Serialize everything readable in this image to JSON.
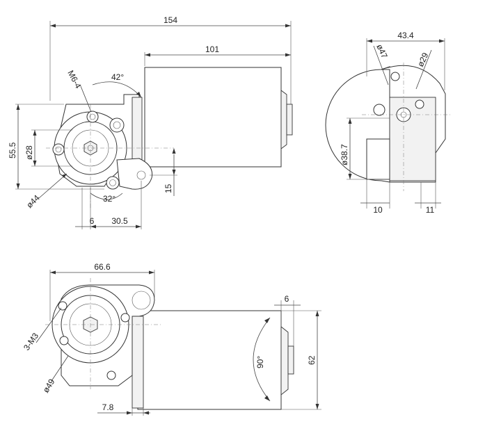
{
  "drawing": {
    "front_view": {
      "overall_length": "154",
      "motor_length": "101",
      "height": "55.5",
      "bore_dia": "ø28",
      "flange_dia": "ø44",
      "thread": "M6-4",
      "angle_top": "42°",
      "angle_bottom": "32°",
      "offset_x": "6",
      "spacing_x": "30.5",
      "offset_y": "15"
    },
    "side_view": {
      "width": "43.4",
      "outer_dia": "ø47",
      "inner_dia": "ø29",
      "motor_dia": "ø38.7",
      "left_offset": "10",
      "right_offset": "11"
    },
    "bottom_view": {
      "width": "66.6",
      "shaft_len": "6",
      "thread": "3-M3",
      "flange_dia": "ø49",
      "rotation": "90°",
      "height": "62",
      "base_offset": "7.8"
    }
  }
}
